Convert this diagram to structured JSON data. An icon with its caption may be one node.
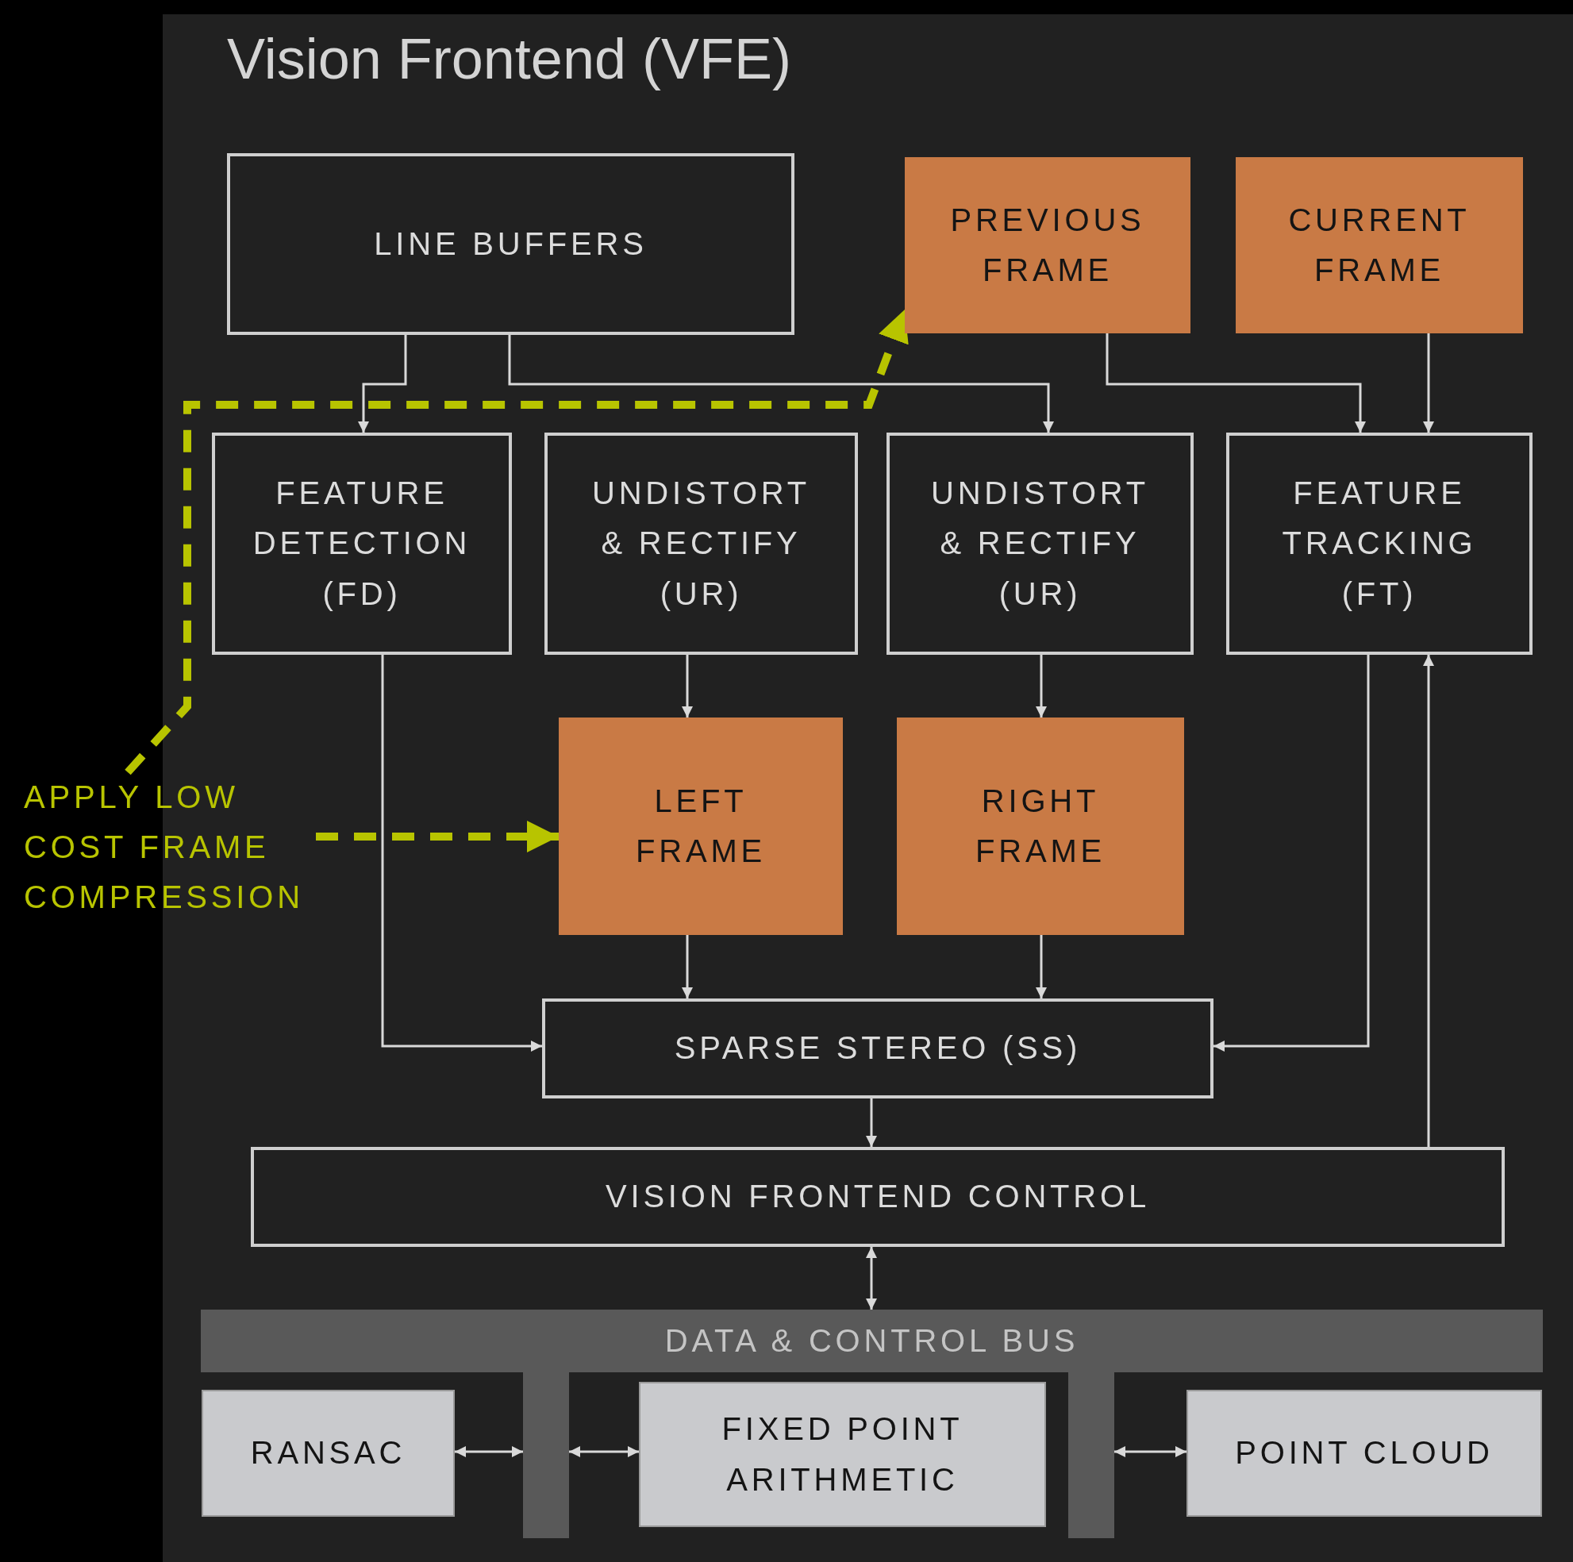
{
  "diagram": {
    "title": "Vision Frontend (VFE)",
    "nodes": [
      {
        "text": [
          "LINE BUFFERS"
        ]
      },
      {
        "text": [
          "PREVIOUS FRAME"
        ]
      },
      {
        "text": [
          "CURRENT FRAME"
        ]
      },
      {
        "text": [
          "FEATURE DETECTION (FD)"
        ]
      },
      {
        "text": [
          "UNDISTORT & RECTIFY (UR)"
        ]
      },
      {
        "text": [
          "UNDISTORT & RECTIFY (UR)"
        ]
      },
      {
        "text": [
          "FEATURE TRACKING (FT)"
        ]
      },
      {
        "text": [
          "LEFT FRAME"
        ]
      },
      {
        "text": [
          "RIGHT FRAME"
        ]
      },
      {
        "text": [
          "SPARSE STEREO (SS)"
        ]
      },
      {
        "text": [
          "VISION FRONTEND CONTROL"
        ]
      },
      {
        "text": [
          "DATA & CONTROL BUS"
        ]
      },
      {
        "text": [
          "RANSAC"
        ]
      },
      {
        "text": [],
        "shape": "bar"
      },
      {
        "text": [
          "FIXED POINT ARITHMETIC"
        ]
      },
      {
        "text": [],
        "shape": "bar"
      },
      {
        "text": [
          "POINT CLOUD"
        ]
      },
      {
        "text": [
          "APPLY LOW COST FRAME COMPRESSION"
        ]
      }
    ],
    "edges": [
      {
        "from": 0,
        "to": 3,
        "arrow": "to"
      },
      {
        "from": 0,
        "to": 5,
        "arrow": "to"
      },
      {
        "from": 1,
        "to": 6,
        "arrow": "to"
      },
      {
        "from": 2,
        "to": 6,
        "arrow": "to"
      },
      {
        "from": 4,
        "to": 7,
        "arrow": "to"
      },
      {
        "from": 5,
        "to": 8,
        "arrow": "to"
      },
      {
        "from": 7,
        "to": 9,
        "arrow": "to"
      },
      {
        "from": 8,
        "to": 9,
        "arrow": "to"
      },
      {
        "from": 3,
        "to": 9,
        "arrow": "to"
      },
      {
        "from": 6,
        "to": 9,
        "arrow": "to"
      },
      {
        "from": 9,
        "to": 10,
        "arrow": "to"
      },
      {
        "from": 10,
        "to": 6,
        "arrow": "to"
      },
      {
        "from": 10,
        "to": 11,
        "arrow": "both"
      },
      {
        "from": 12,
        "to": 13,
        "arrow": "both"
      },
      {
        "from": 13,
        "to": 14,
        "arrow": "both"
      },
      {
        "from": 15,
        "to": 16,
        "arrow": "both"
      },
      {
        "from": 17,
        "to": 7,
        "arrow": "to",
        "style": "dashed",
        "color": "#b8c400"
      },
      {
        "from": 17,
        "to": 1,
        "arrow": "to",
        "style": "dashed",
        "color": "#b8c400"
      }
    ]
  }
}
